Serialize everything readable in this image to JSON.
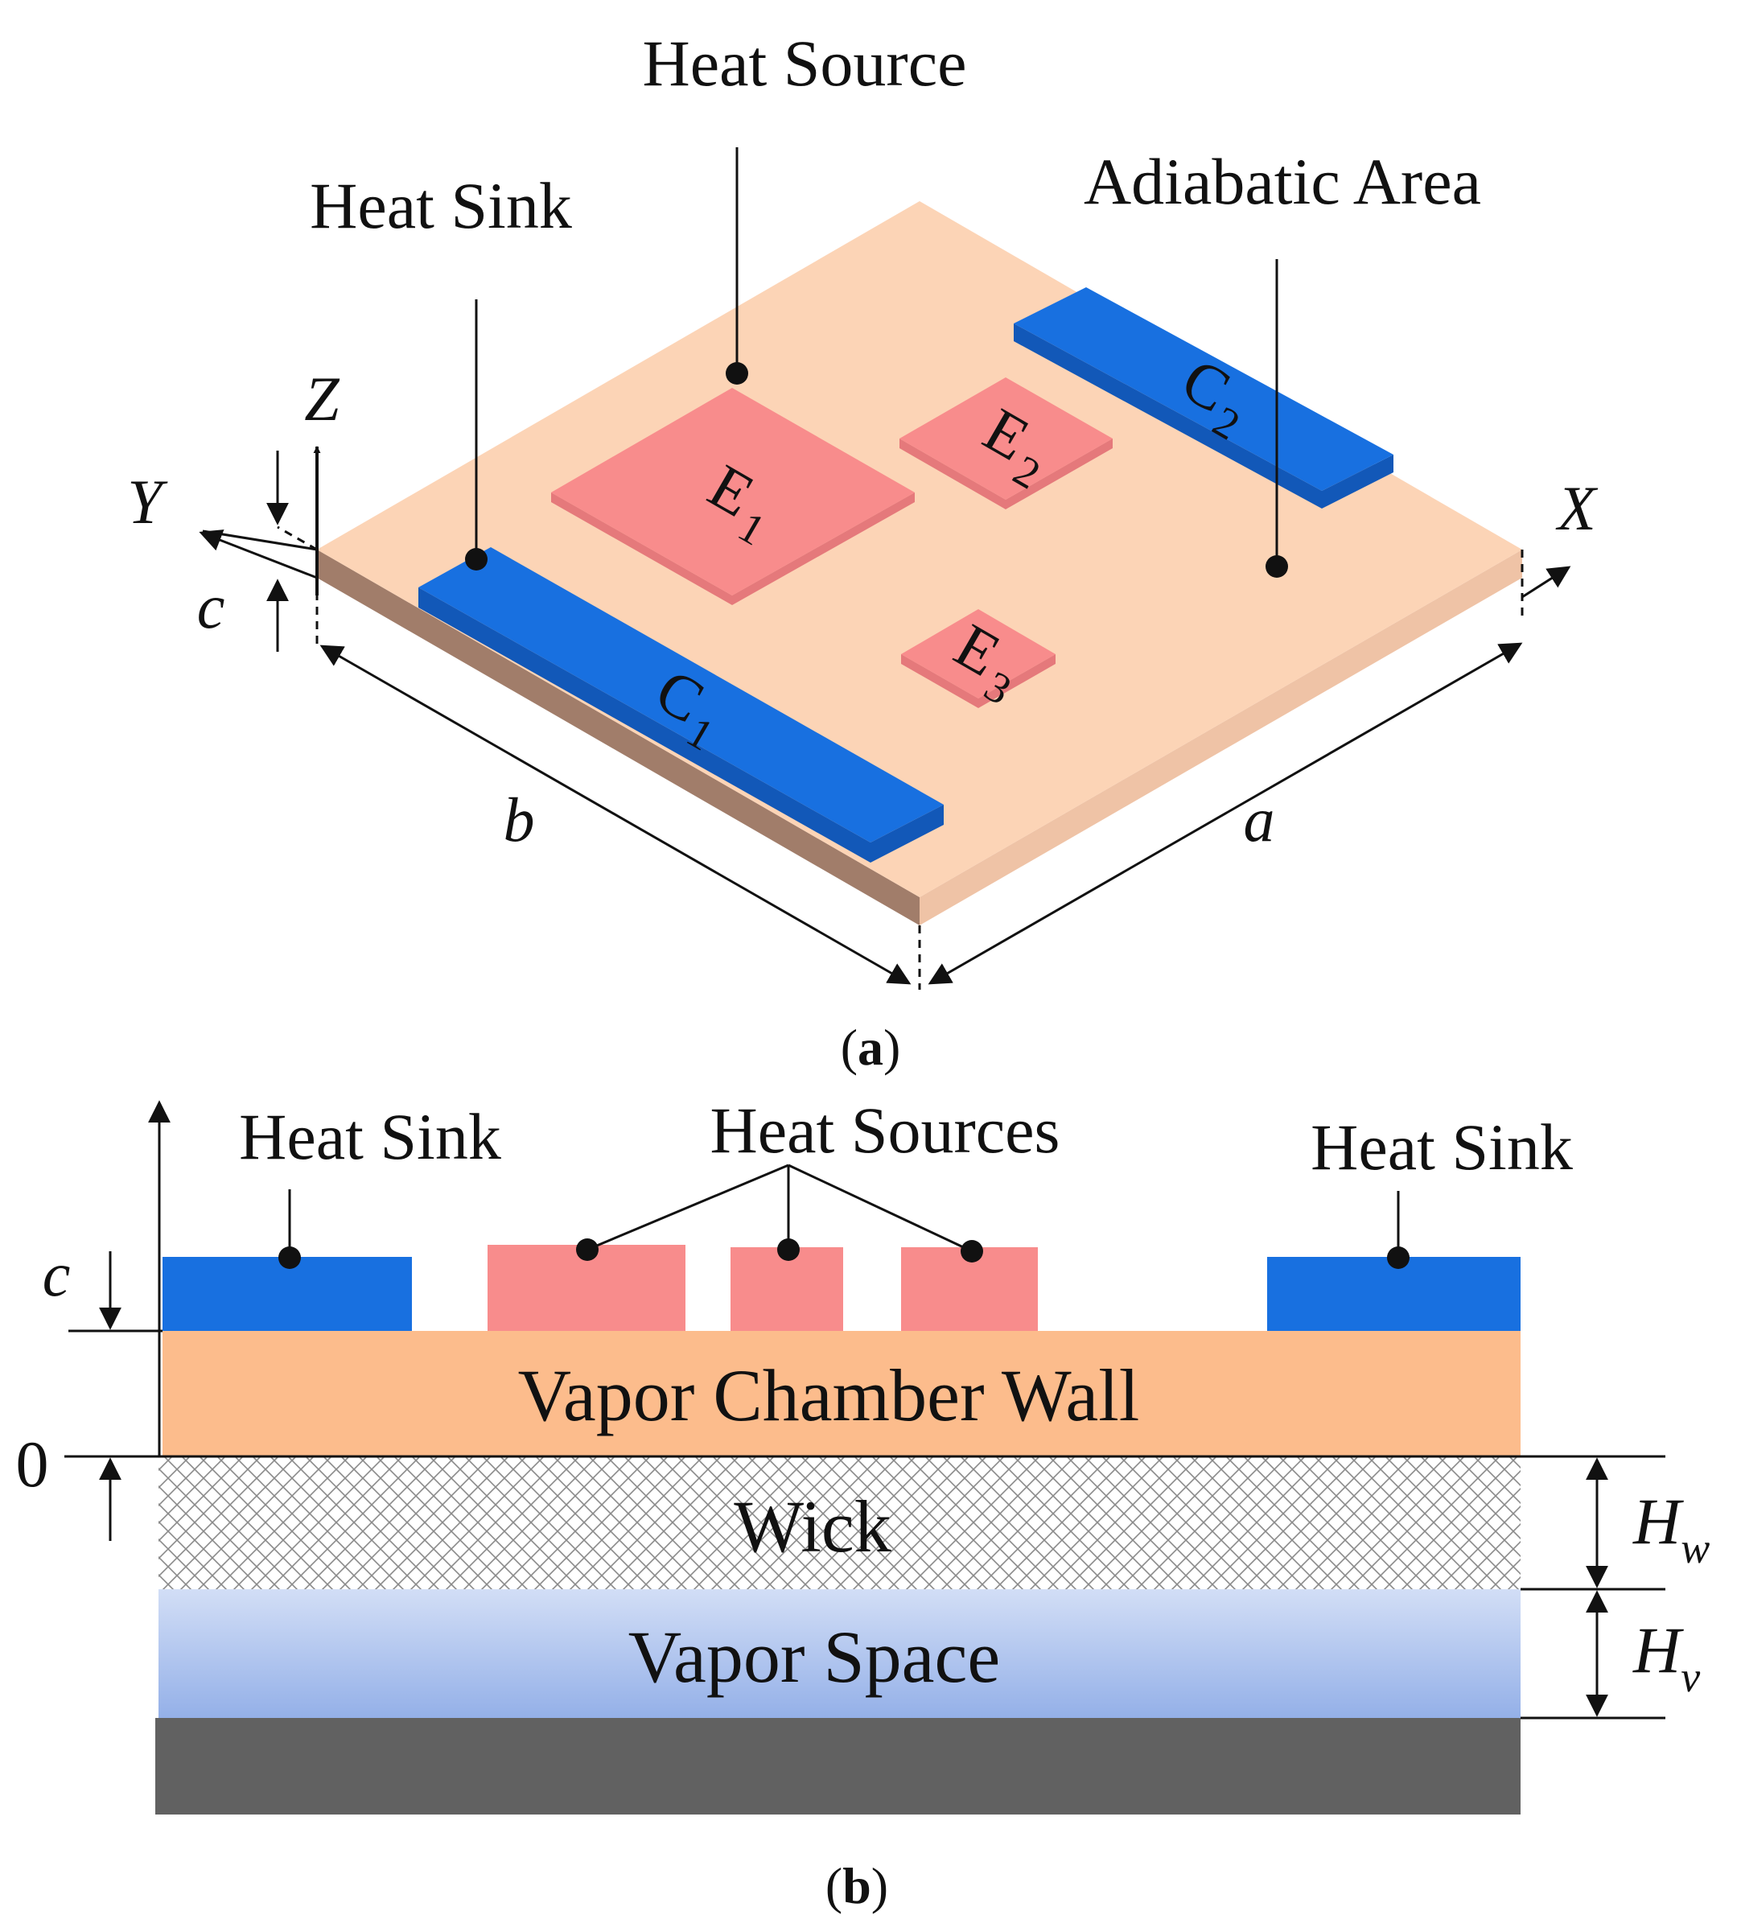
{
  "panel_a": {
    "caption_open": "(",
    "caption_letter": "a",
    "caption_close": ")",
    "heat_source_label": "Heat Source",
    "heat_sink_label": "Heat Sink",
    "adiabatic_label": "Adiabatic Area",
    "axes": {
      "x": "X",
      "y": "Y",
      "z": "Z"
    },
    "dims": {
      "a": "a",
      "b": "b",
      "c": "c"
    },
    "sources": [
      {
        "letter": "E",
        "index": "1"
      },
      {
        "letter": "E",
        "index": "2"
      },
      {
        "letter": "E",
        "index": "3"
      }
    ],
    "sinks": [
      {
        "letter": "C",
        "index": "1"
      },
      {
        "letter": "C",
        "index": "2"
      }
    ]
  },
  "panel_b": {
    "caption_open": "(",
    "caption_letter": "b",
    "caption_close": ")",
    "heat_sink_left": "Heat Sink",
    "heat_sources": "Heat Sources",
    "heat_sink_right": "Heat Sink",
    "wall_label": "Vapor Chamber Wall",
    "wick_label": "Wick",
    "vapor_label": "Vapor Space",
    "c_label": "c",
    "zero_label": "0",
    "hw_main": "H",
    "hw_sub": "w",
    "hv_main": "H",
    "hv_sub": "v"
  },
  "colors": {
    "plate_top": "#FCD4B6",
    "plate_front": "#A17D6A",
    "plate_side": "#EFC3A6",
    "source": "#F88C8C",
    "source_dark": "#E5797B",
    "sink": "#1870E0",
    "sink_dark": "#1258B8",
    "wall": "#FCBC8C",
    "vapor_top": "#D2DEF6",
    "vapor_bottom": "#94B0E8",
    "base": "#616161"
  }
}
